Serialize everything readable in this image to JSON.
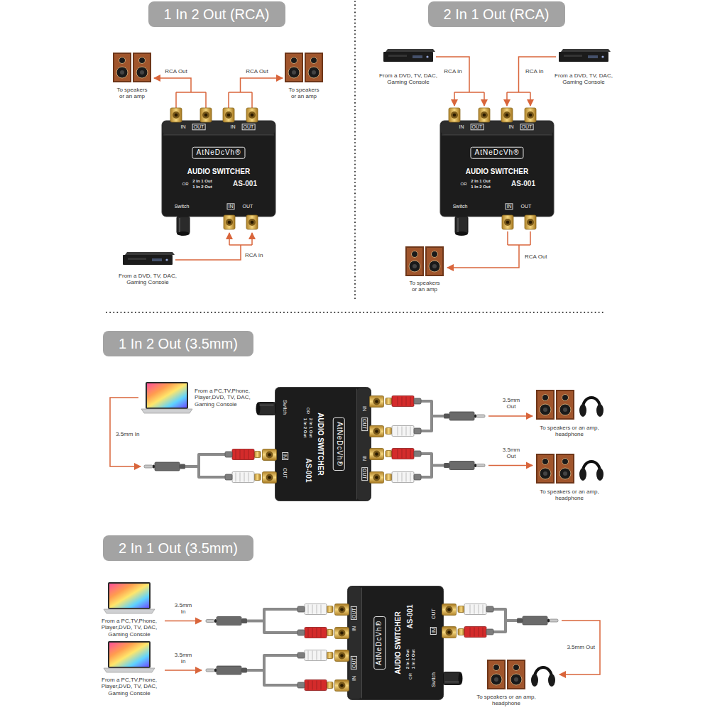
{
  "diagram": {
    "nodes": [
      {
        "text": [
          "1 In 2 Out (RCA)"
        ]
      },
      {
        "text": [
          "IN",
          "OUT",
          "IN",
          "OUT",
          "AtNeDcVh®",
          "AUDIO SWITCHER",
          "OR",
          "2 In 1 Out",
          "1 In 2 Out",
          "AS-001",
          "Switch",
          "IN",
          "OUT"
        ]
      },
      {
        "text": [
          "2 In 1 Out (RCA)"
        ]
      },
      {
        "text": [
          "IN",
          "OUT",
          "IN",
          "OUT",
          "AtNeDcVh®",
          "AUDIO SWITCHER",
          "OR",
          "2 In 1 Out",
          "1 In 2 Out",
          "AS-001",
          "Switch",
          "IN",
          "OUT"
        ]
      },
      {
        "text": [
          "1 In 2 Out (3.5mm)"
        ]
      },
      {
        "text": [
          "IN",
          "OUT",
          "IN",
          "OUT",
          "AtNeDcVh®",
          "AUDIO SWITCHER",
          "OR",
          "2 In 1 Out",
          "1 In 2 Out",
          "AS-001",
          "Switch",
          "IN",
          "OUT"
        ]
      },
      {
        "text": [
          "2 In 1 Out (3.5mm)"
        ]
      },
      {
        "text": [
          "IN",
          "OUT",
          "IN",
          "OUT",
          "AtNeDcVh®",
          "AUDIO SWITCHER",
          "OR",
          "2 In 1 Out",
          "1 In 2 Out",
          "AS-001",
          "Switch",
          "IN",
          "OUT"
        ]
      }
    ],
    "labels": [
      "RCA Out",
      "RCA Out",
      "To speakers or an amp",
      "To speakers or an amp",
      "RCA In",
      "From a DVD, TV, DAC, Gaming Console",
      "RCA In",
      "RCA In",
      "From a DVD, TV, DAC, Gaming Console",
      "From a DVD, TV, DAC, Gaming Console",
      "RCA Out",
      "To speakers or an amp",
      "From a PC,TV,Phone, Player,DVD, TV, DAC, Gaming Console",
      "3.5mm In",
      "3.5mm Out",
      "To speakers or an amp, headphone",
      "3.5mm Out",
      "To speakers or an amp, headphone",
      "From a PC,TV,Phone, Player,DVD, TV, DAC, Gaming Console",
      "3.5mm In",
      "From a PC,TV,Phone, Player,DVD, TV, DAC, Gaming Console",
      "3.5mm In",
      "3.5mm Out",
      "To speakers or an amp, headphone"
    ]
  }
}
